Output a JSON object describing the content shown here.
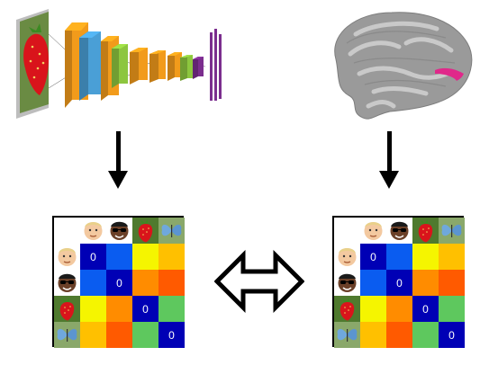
{
  "diagram": {
    "cnn": {
      "layer_colors": [
        "#f29b1b",
        "#4a9fd6",
        "#f29b1b",
        "#8dc63f",
        "#f29b1b",
        "#f29b1b",
        "#f29b1b",
        "#8dc63f",
        "#7b2d8e"
      ]
    },
    "brain": {
      "cortex_color": "#9a9a9a",
      "roi_color": "#e0288a"
    },
    "arrows": {
      "down_count": 2,
      "bidirectional_count": 1
    },
    "rdm": {
      "stimuli_icons": [
        "child-face-icon",
        "sunglasses-face-icon",
        "strawberry-icon",
        "butterfly-icon"
      ],
      "diagonal_label": "0",
      "color_scale": {
        "dark_blue": "#0000b5",
        "blue": "#0a5cf0",
        "yellow": "#f5f500",
        "orange": "#ff8c00",
        "red_orange": "#ff5a00",
        "green": "#5ec85e",
        "amber": "#ffc000"
      },
      "matrix_colors": [
        [
          "dark_blue",
          "blue",
          "yellow",
          "amber"
        ],
        [
          "blue",
          "dark_blue",
          "orange",
          "red_orange"
        ],
        [
          "yellow",
          "orange",
          "dark_blue",
          "green"
        ],
        [
          "amber",
          "red_orange",
          "green",
          "dark_blue"
        ]
      ]
    }
  }
}
